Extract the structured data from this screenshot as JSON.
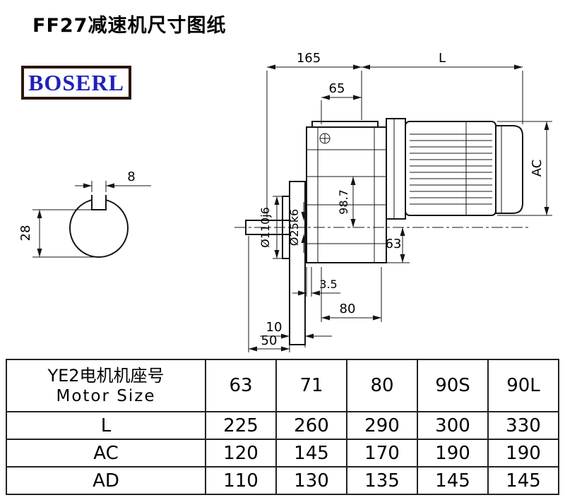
{
  "page": {
    "title": "FF27减速机尺寸图纸"
  },
  "logo": {
    "text": "BOSERL"
  },
  "drawing": {
    "labels": {
      "top_width": "165",
      "motor_length": "L",
      "input_flange_width": "65",
      "motor_diameter": "AC",
      "keyway_width": "8",
      "keyway_depth": "28",
      "flange_spigot_diameter": "Ø110j6",
      "shaft_diameter": "Ø25k6",
      "center_to_top": "98.7",
      "center_to_bottom": "63",
      "flange_offset": "3.5",
      "base_width": "80",
      "flange_thickness": "10",
      "shaft_length": "50"
    }
  },
  "table": {
    "header": {
      "line1": "YE2电机机座号",
      "line2": "Motor Size"
    },
    "columns": [
      "63",
      "71",
      "80",
      "90S",
      "90L"
    ],
    "rows": [
      {
        "label": "L",
        "values": [
          "225",
          "260",
          "290",
          "300",
          "330"
        ]
      },
      {
        "label": "AC",
        "values": [
          "120",
          "145",
          "170",
          "190",
          "190"
        ]
      },
      {
        "label": "AD",
        "values": [
          "110",
          "130",
          "135",
          "145",
          "145"
        ]
      }
    ]
  },
  "colors": {
    "logo_text": "#2121b8",
    "logo_border": "#2a160c",
    "line": "#141414"
  }
}
